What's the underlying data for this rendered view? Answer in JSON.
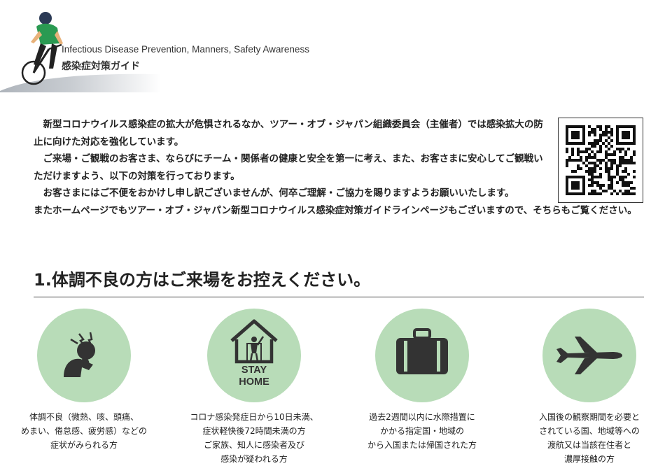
{
  "header": {
    "title_en": "Infectious Disease Prevention, Manners, Safety Awareness",
    "title_ja": "感染症対策ガイド",
    "logo_icon": "cyclist-icon"
  },
  "intro": {
    "p1": "新型コロナウイルス感染症の拡大が危惧されるなか、ツアー・オブ・ジャパン組織委員会（主催者）では感染拡大の防止に向けた対応を強化しています。",
    "p2": "ご来場・ご観戦のお客さま、ならびにチーム・関係者の健康と安全を第一に考え、また、お客さまに安心してご観戦いただけますよう、以下の対策を行っております。",
    "p3": "お客さまにはご不便をおかけし申し訳ございませんが、何卒ご理解・ご協力を賜りますようお願いいたします。",
    "p4": "またホームページでもツアー・オブ・ジャパン新型コロナウイルス感染症対策ガイドラインページもございますので、そちらもご覧ください。"
  },
  "qr": {
    "icon": "qr-code-icon"
  },
  "section": {
    "title": "1.体調不良の方はご来場をお控えください。"
  },
  "items": [
    {
      "icon": "sick-person-icon",
      "lines": [
        "体調不良（微熱、咳、頭痛、",
        "めまい、倦怠感、疲労感）などの",
        "症状がみられる方"
      ]
    },
    {
      "icon": "stay-home-icon",
      "stay1": "STAY",
      "stay2": "HOME",
      "lines": [
        "コロナ感染発症日から10日未満、",
        "症状軽快後72時間未満の方",
        "ご家族、知人に感染者及び",
        "感染が疑われる方"
      ]
    },
    {
      "icon": "suitcase-icon",
      "lines": [
        "過去2週間以内に水際措置に",
        "かかる指定国・地域の",
        "から入国または帰国された方"
      ]
    },
    {
      "icon": "airplane-icon",
      "lines": [
        "入国後の観察期間を必要と",
        "されている国、地域等への",
        "渡航又は当該在住者と",
        "濃厚接触の方"
      ]
    }
  ],
  "colors": {
    "circle": "#b8dcb8",
    "icon": "#333333",
    "road": "#c9cdd2"
  }
}
